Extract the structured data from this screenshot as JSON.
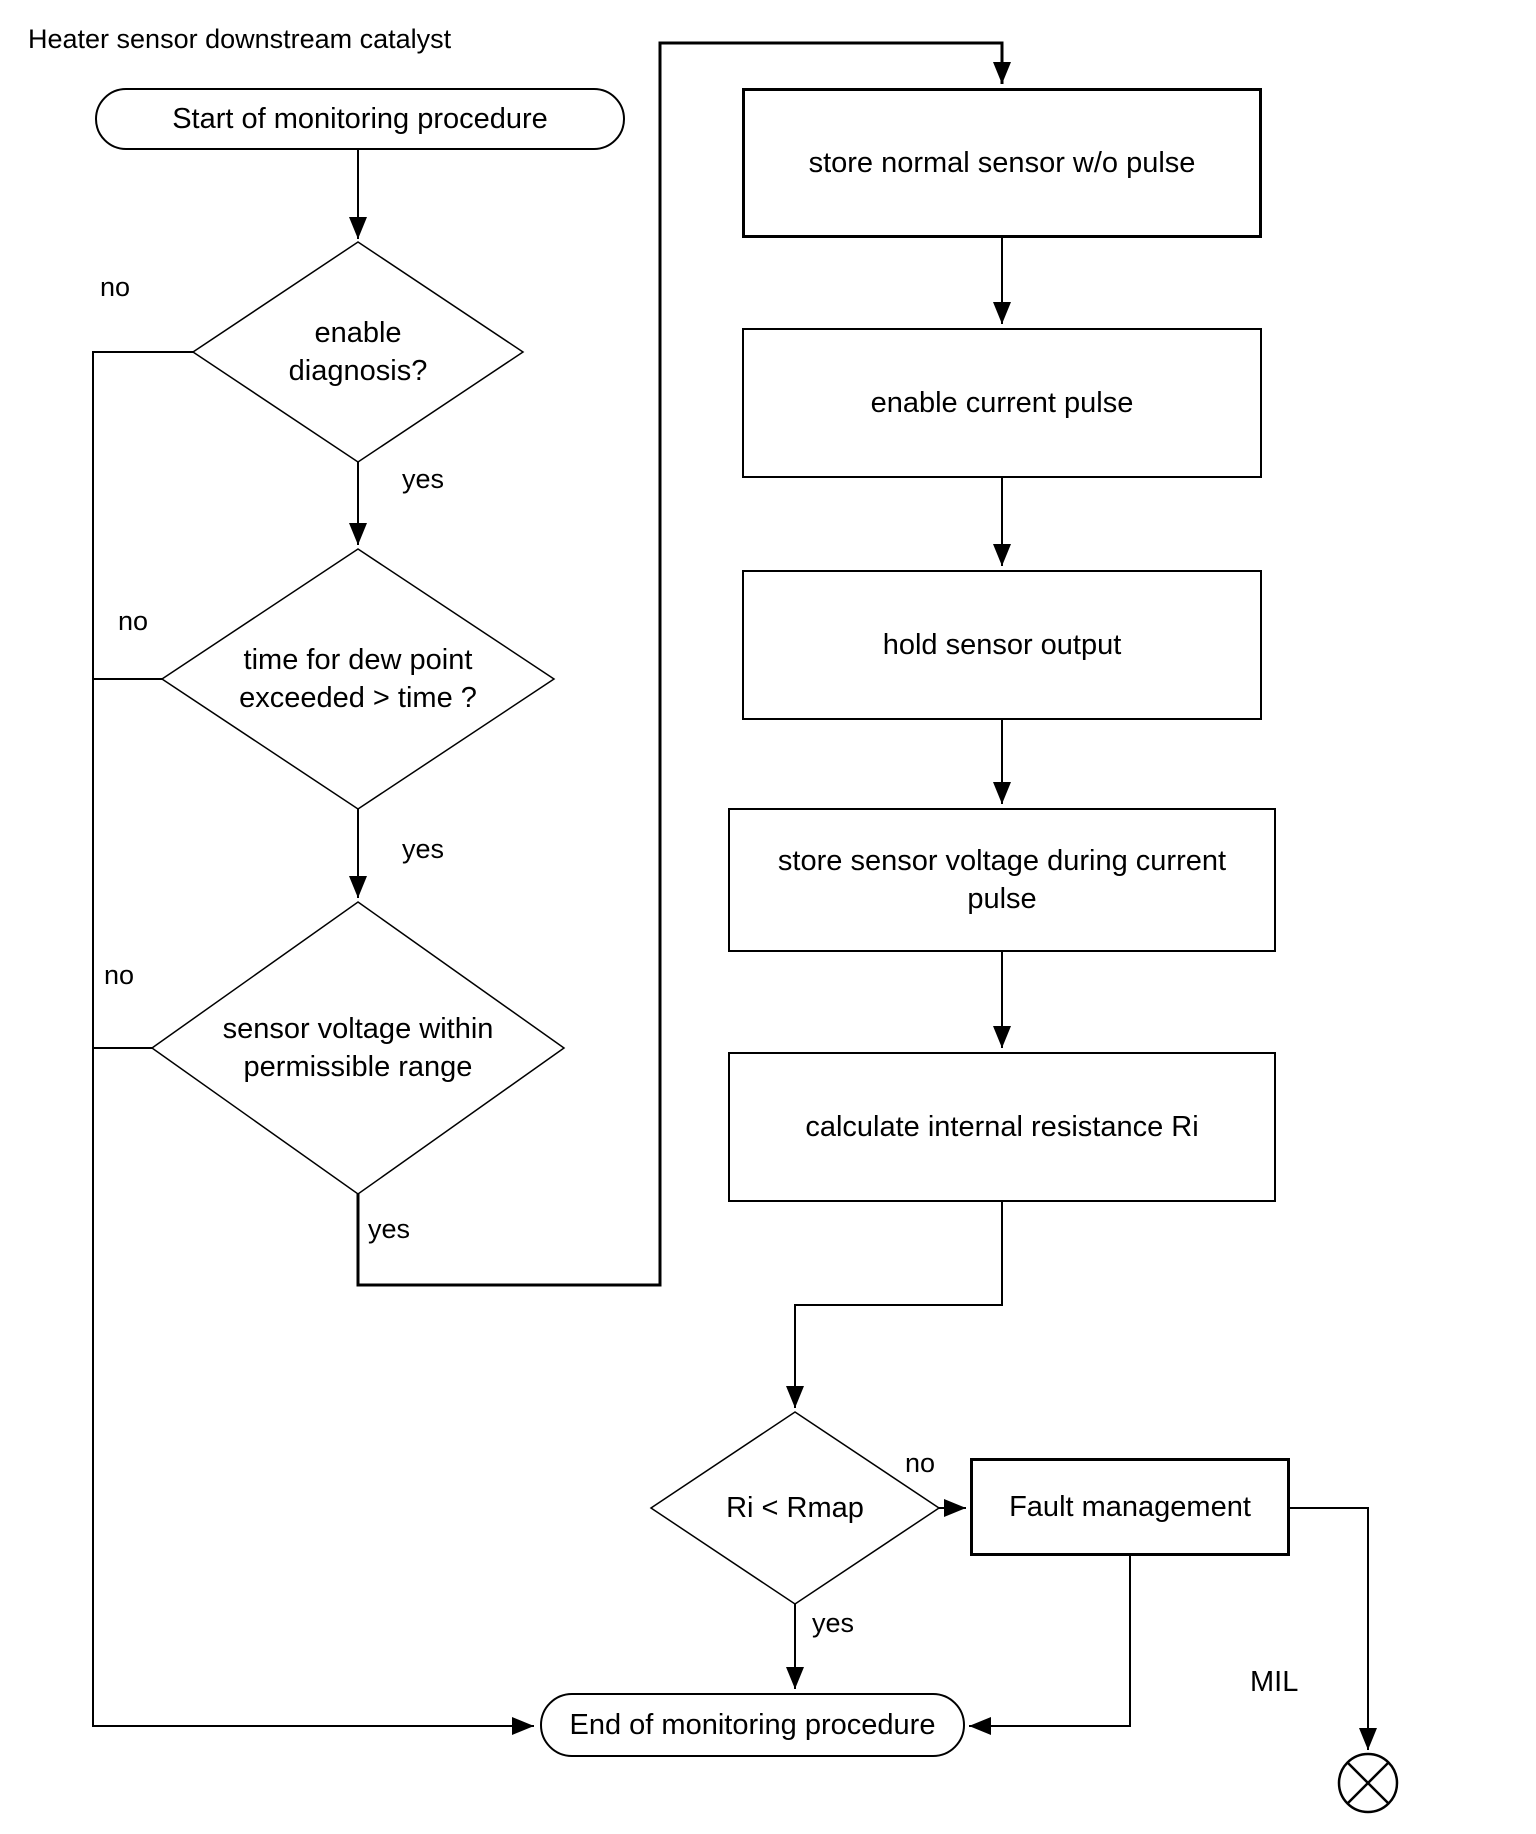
{
  "flow": {
    "title": "Heater sensor downstream catalyst",
    "start": {
      "label": "Start of monitoring procedure"
    },
    "end": {
      "label": "End of monitoring procedure"
    },
    "decisions": [
      {
        "id": "enable-diagnosis",
        "lines": [
          "enable",
          "diagnosis?"
        ],
        "no": "no",
        "yes": "yes"
      },
      {
        "id": "dew-point-time",
        "lines": [
          "time for dew point",
          "exceeded > time ?"
        ],
        "no": "no",
        "yes": "yes"
      },
      {
        "id": "sensor-voltage-range",
        "lines": [
          "sensor voltage within",
          "permissible range"
        ],
        "no": "no",
        "yes": "yes"
      },
      {
        "id": "ri-rmap",
        "lines": [
          "Ri < Rmap"
        ],
        "no": "no",
        "yes": "yes"
      }
    ],
    "process_boxes": [
      {
        "id": "store-normal-sensor",
        "lines": [
          "store normal sensor w/o pulse"
        ]
      },
      {
        "id": "enable-current-pulse",
        "lines": [
          "enable current pulse"
        ]
      },
      {
        "id": "hold-sensor-output",
        "lines": [
          "hold sensor output"
        ]
      },
      {
        "id": "store-sensor-voltage",
        "lines": [
          "store sensor voltage during current",
          "pulse"
        ]
      },
      {
        "id": "calculate-ri",
        "lines": [
          "calculate internal resistance Ri"
        ]
      },
      {
        "id": "fault-management",
        "lines": [
          "Fault management"
        ]
      }
    ],
    "mil": {
      "label": "MIL"
    },
    "colors": {
      "ink": "#000000",
      "background": "#ffffff"
    }
  }
}
